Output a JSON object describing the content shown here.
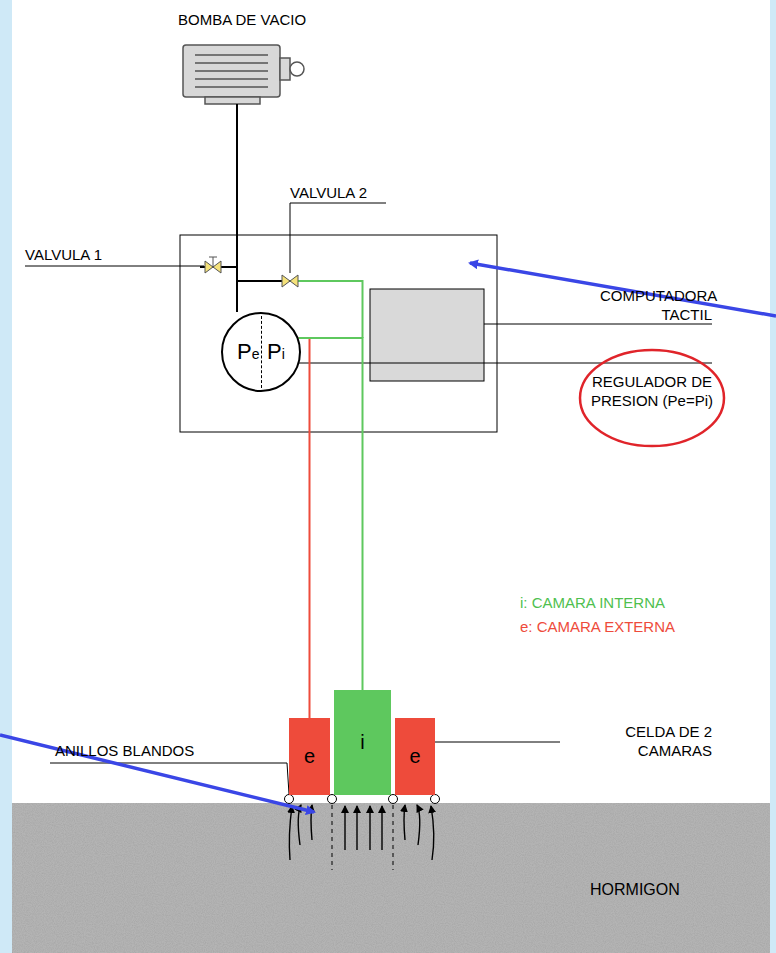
{
  "diagram": {
    "nodes": [
      {
        "text": [
          "Pe",
          "Pi"
        ]
      },
      {
        "text": [
          "e"
        ]
      },
      {
        "text": [
          "i"
        ]
      },
      {
        "text": [
          "e"
        ]
      },
      {
        "text": [
          "HORMIGON"
        ]
      }
    ],
    "edges": [
      {
        "from": 0,
        "to": 1,
        "arrow": "none"
      },
      {
        "from": 0,
        "to": 2,
        "arrow": "none"
      }
    ],
    "labels": [
      "BOMBA DE VACIO",
      "VALVULA 2",
      "VALVULA 1",
      "COMPUTADORA TACTIL",
      "REGULADOR DE PRESION (Pe=Pi)",
      "i: CAMARA INTERNA",
      "e: CAMARA EXTERNA",
      "CELDA DE 2 CAMARAS",
      "ANILLOS BLANDOS"
    ]
  }
}
